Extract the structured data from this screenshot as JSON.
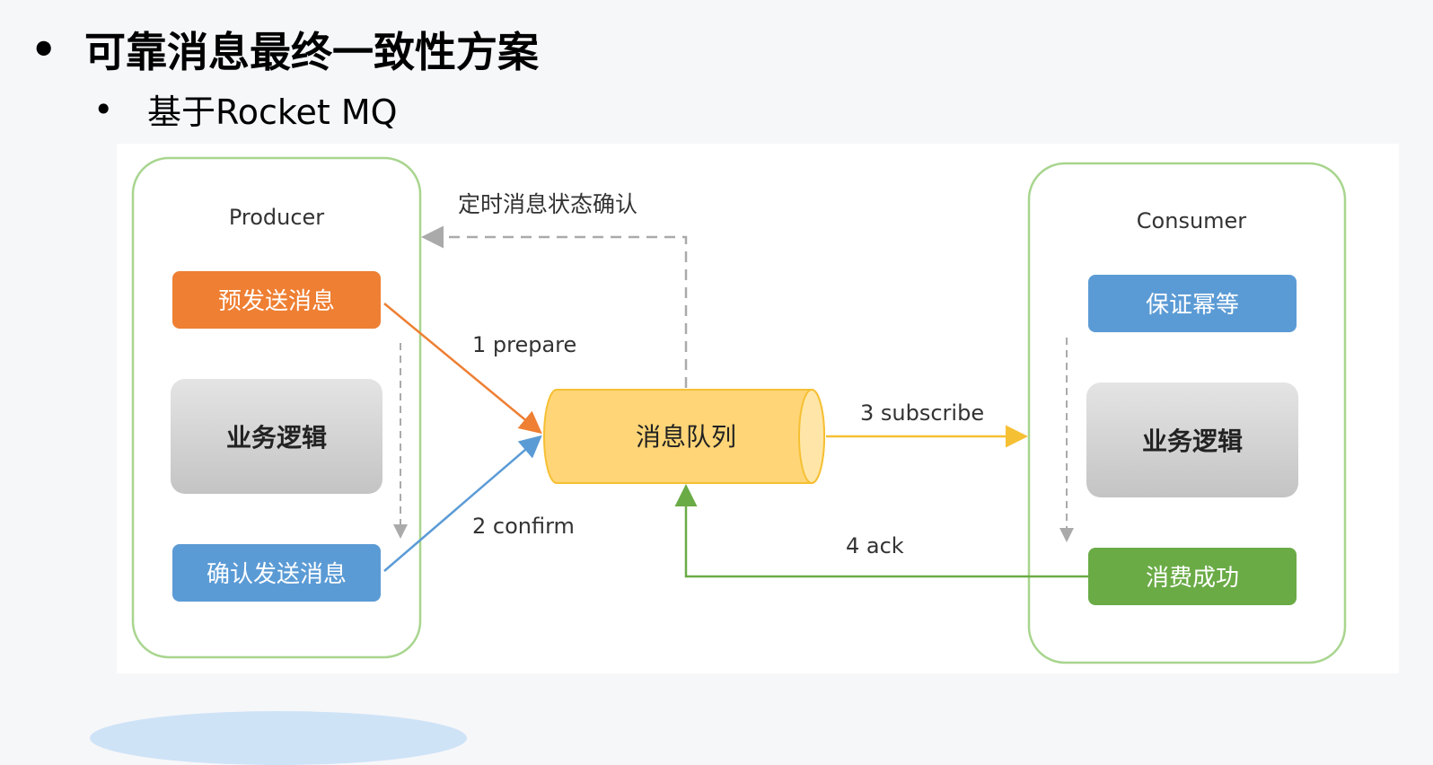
{
  "heading": {
    "bullet": "•",
    "title": "可靠消息最终一致性方案"
  },
  "subheading": {
    "bullet": "•",
    "text": "基于Rocket MQ"
  },
  "diagram": {
    "producer": {
      "title": "Producer",
      "step_pre_send": "预发送消息",
      "business_logic": "业务逻辑",
      "step_confirm_send": "确认发送消息"
    },
    "consumer": {
      "title": "Consumer",
      "idempotent": "保证幂等",
      "business_logic": "业务逻辑",
      "consume_success": "消费成功"
    },
    "queue": {
      "label": "消息队列"
    },
    "edges": {
      "prepare": "1 prepare",
      "confirm": "2 confirm",
      "subscribe": "3 subscribe",
      "ack": "4 ack",
      "timed_check": "定时消息状态确认"
    },
    "colors": {
      "orange": "#ee7f33",
      "blue": "#5b9bd5",
      "green": "#6aab46",
      "gray": "#cfcfcf",
      "yellow": "#ffd577",
      "container_border": "#a8d58e"
    }
  }
}
